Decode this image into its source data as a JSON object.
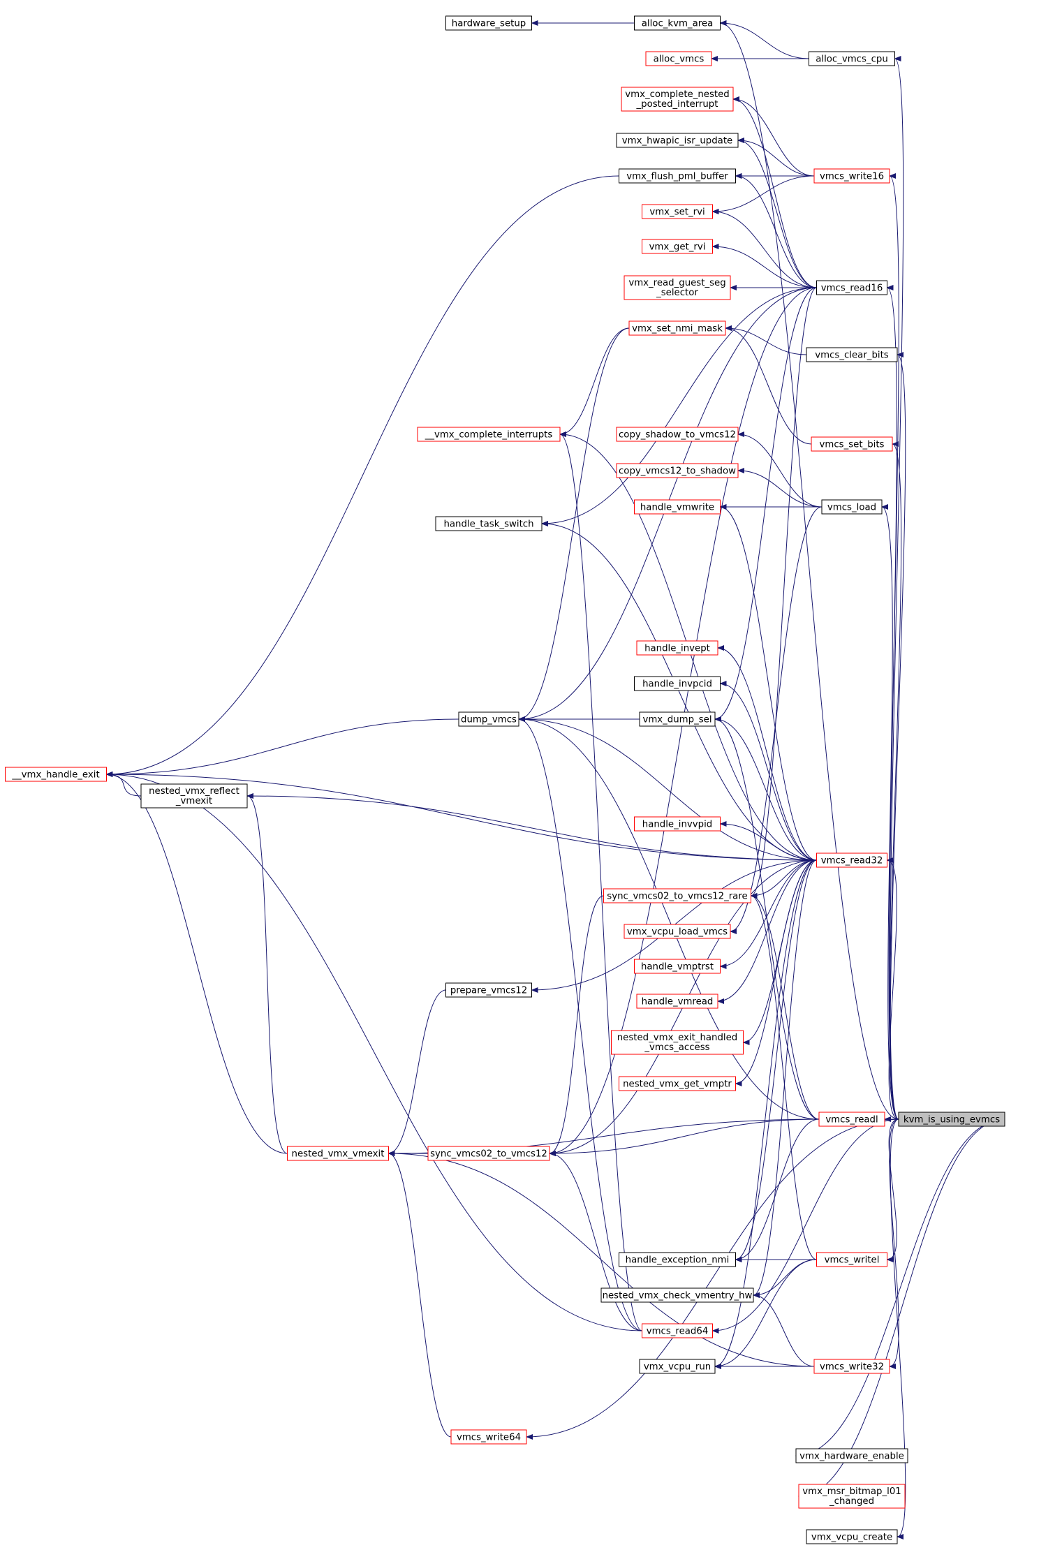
{
  "colors": {
    "edge": "#191970",
    "node_border_normal": "#000000",
    "node_border_truncated": "#ff0000",
    "focus_fill": "#bfbfbf",
    "node_fill": "#ffffff",
    "background": "#ffffff"
  },
  "nodes": [
    {
      "id": "kvm_is_using_evmcs",
      "label": [
        "kvm_is_using_evmcs"
      ],
      "style": "focus"
    },
    {
      "id": "hardware_setup",
      "label": [
        "hardware_setup"
      ],
      "style": "normal"
    },
    {
      "id": "alloc_kvm_area",
      "label": [
        "alloc_kvm_area"
      ],
      "style": "normal"
    },
    {
      "id": "alloc_vmcs",
      "label": [
        "alloc_vmcs"
      ],
      "style": "truncated"
    },
    {
      "id": "alloc_vmcs_cpu",
      "label": [
        "alloc_vmcs_cpu"
      ],
      "style": "normal"
    },
    {
      "id": "vmx_complete_nested_posted_interrupt",
      "label": [
        "vmx_complete_nested",
        "_posted_interrupt"
      ],
      "style": "truncated"
    },
    {
      "id": "vmx_hwapic_isr_update",
      "label": [
        "vmx_hwapic_isr_update"
      ],
      "style": "normal"
    },
    {
      "id": "vmx_flush_pml_buffer",
      "label": [
        "vmx_flush_pml_buffer"
      ],
      "style": "normal"
    },
    {
      "id": "vmcs_write16",
      "label": [
        "vmcs_write16"
      ],
      "style": "truncated"
    },
    {
      "id": "vmx_set_rvi",
      "label": [
        "vmx_set_rvi"
      ],
      "style": "truncated"
    },
    {
      "id": "vmx_get_rvi",
      "label": [
        "vmx_get_rvi"
      ],
      "style": "truncated"
    },
    {
      "id": "vmx_read_guest_seg_selector",
      "label": [
        "vmx_read_guest_seg",
        "_selector"
      ],
      "style": "truncated"
    },
    {
      "id": "vmcs_read16",
      "label": [
        "vmcs_read16"
      ],
      "style": "normal"
    },
    {
      "id": "vmx_set_nmi_mask",
      "label": [
        "vmx_set_nmi_mask"
      ],
      "style": "truncated"
    },
    {
      "id": "vmcs_clear_bits",
      "label": [
        "vmcs_clear_bits"
      ],
      "style": "normal"
    },
    {
      "id": "__vmx_complete_interrupts",
      "label": [
        "__vmx_complete_interrupts"
      ],
      "style": "truncated"
    },
    {
      "id": "copy_shadow_to_vmcs12",
      "label": [
        "copy_shadow_to_vmcs12"
      ],
      "style": "truncated"
    },
    {
      "id": "vmcs_set_bits",
      "label": [
        "vmcs_set_bits"
      ],
      "style": "truncated"
    },
    {
      "id": "copy_vmcs12_to_shadow",
      "label": [
        "copy_vmcs12_to_shadow"
      ],
      "style": "truncated"
    },
    {
      "id": "handle_vmwrite",
      "label": [
        "handle_vmwrite"
      ],
      "style": "truncated"
    },
    {
      "id": "vmcs_load",
      "label": [
        "vmcs_load"
      ],
      "style": "normal"
    },
    {
      "id": "handle_task_switch",
      "label": [
        "handle_task_switch"
      ],
      "style": "normal"
    },
    {
      "id": "handle_invept",
      "label": [
        "handle_invept"
      ],
      "style": "truncated"
    },
    {
      "id": "handle_invpcid",
      "label": [
        "handle_invpcid"
      ],
      "style": "normal"
    },
    {
      "id": "dump_vmcs",
      "label": [
        "dump_vmcs"
      ],
      "style": "normal"
    },
    {
      "id": "vmx_dump_sel",
      "label": [
        "vmx_dump_sel"
      ],
      "style": "normal"
    },
    {
      "id": "__vmx_handle_exit",
      "label": [
        "__vmx_handle_exit"
      ],
      "style": "truncated"
    },
    {
      "id": "nested_vmx_reflect_vmexit",
      "label": [
        "nested_vmx_reflect",
        "_vmexit"
      ],
      "style": "normal"
    },
    {
      "id": "handle_invvpid",
      "label": [
        "handle_invvpid"
      ],
      "style": "truncated"
    },
    {
      "id": "vmcs_read32",
      "label": [
        "vmcs_read32"
      ],
      "style": "truncated"
    },
    {
      "id": "sync_vmcs02_to_vmcs12_rare",
      "label": [
        "sync_vmcs02_to_vmcs12_rare"
      ],
      "style": "truncated"
    },
    {
      "id": "vmx_vcpu_load_vmcs",
      "label": [
        "vmx_vcpu_load_vmcs"
      ],
      "style": "truncated"
    },
    {
      "id": "handle_vmptrst",
      "label": [
        "handle_vmptrst"
      ],
      "style": "truncated"
    },
    {
      "id": "prepare_vmcs12",
      "label": [
        "prepare_vmcs12"
      ],
      "style": "normal"
    },
    {
      "id": "handle_vmread",
      "label": [
        "handle_vmread"
      ],
      "style": "truncated"
    },
    {
      "id": "nested_vmx_exit_handled_vmcs_access",
      "label": [
        "nested_vmx_exit_handled",
        "_vmcs_access"
      ],
      "style": "truncated"
    },
    {
      "id": "nested_vmx_get_vmptr",
      "label": [
        "nested_vmx_get_vmptr"
      ],
      "style": "truncated"
    },
    {
      "id": "vmcs_readl",
      "label": [
        "vmcs_readl"
      ],
      "style": "truncated"
    },
    {
      "id": "nested_vmx_vmexit",
      "label": [
        "nested_vmx_vmexit"
      ],
      "style": "truncated"
    },
    {
      "id": "sync_vmcs02_to_vmcs12",
      "label": [
        "sync_vmcs02_to_vmcs12"
      ],
      "style": "truncated"
    },
    {
      "id": "handle_exception_nmi",
      "label": [
        "handle_exception_nmi"
      ],
      "style": "normal"
    },
    {
      "id": "vmcs_writel",
      "label": [
        "vmcs_writel"
      ],
      "style": "truncated"
    },
    {
      "id": "nested_vmx_check_vmentry_hw",
      "label": [
        "nested_vmx_check_vmentry_hw"
      ],
      "style": "normal"
    },
    {
      "id": "vmcs_read64",
      "label": [
        "vmcs_read64"
      ],
      "style": "truncated"
    },
    {
      "id": "vmx_vcpu_run",
      "label": [
        "vmx_vcpu_run"
      ],
      "style": "normal"
    },
    {
      "id": "vmcs_write32",
      "label": [
        "vmcs_write32"
      ],
      "style": "truncated"
    },
    {
      "id": "vmcs_write64",
      "label": [
        "vmcs_write64"
      ],
      "style": "truncated"
    },
    {
      "id": "vmx_hardware_enable",
      "label": [
        "vmx_hardware_enable"
      ],
      "style": "normal"
    },
    {
      "id": "vmx_msr_bitmap_l01_changed",
      "label": [
        "vmx_msr_bitmap_l01",
        "_changed"
      ],
      "style": "truncated"
    },
    {
      "id": "vmx_vcpu_create",
      "label": [
        "vmx_vcpu_create"
      ],
      "style": "normal"
    }
  ],
  "edges": [
    [
      "alloc_kvm_area",
      "hardware_setup"
    ],
    [
      "alloc_vmcs_cpu",
      "alloc_kvm_area"
    ],
    [
      "alloc_vmcs_cpu",
      "alloc_vmcs"
    ],
    [
      "vmcs_write16",
      "vmx_complete_nested_posted_interrupt"
    ],
    [
      "vmcs_write16",
      "vmx_hwapic_isr_update"
    ],
    [
      "vmcs_write16",
      "vmx_flush_pml_buffer"
    ],
    [
      "vmcs_write16",
      "vmx_set_rvi"
    ],
    [
      "vmx_flush_pml_buffer",
      "__vmx_handle_exit"
    ],
    [
      "vmcs_read16",
      "vmx_complete_nested_posted_interrupt"
    ],
    [
      "vmcs_read16",
      "vmx_hwapic_isr_update"
    ],
    [
      "vmcs_read16",
      "vmx_flush_pml_buffer"
    ],
    [
      "vmcs_read16",
      "vmx_set_rvi"
    ],
    [
      "vmcs_read16",
      "vmx_get_rvi"
    ],
    [
      "vmcs_read16",
      "vmx_read_guest_seg_selector"
    ],
    [
      "vmcs_read16",
      "handle_task_switch"
    ],
    [
      "vmcs_read16",
      "dump_vmcs"
    ],
    [
      "vmcs_read16",
      "vmx_dump_sel"
    ],
    [
      "vmcs_read16",
      "sync_vmcs02_to_vmcs12_rare"
    ],
    [
      "vmcs_read16",
      "sync_vmcs02_to_vmcs12"
    ],
    [
      "vmcs_clear_bits",
      "vmx_set_nmi_mask"
    ],
    [
      "vmx_set_nmi_mask",
      "__vmx_complete_interrupts"
    ],
    [
      "vmx_set_nmi_mask",
      "dump_vmcs"
    ],
    [
      "vmcs_set_bits",
      "vmx_set_nmi_mask"
    ],
    [
      "vmcs_load",
      "copy_shadow_to_vmcs12"
    ],
    [
      "vmcs_load",
      "copy_vmcs12_to_shadow"
    ],
    [
      "vmcs_load",
      "handle_vmwrite"
    ],
    [
      "vmcs_load",
      "vmx_vcpu_load_vmcs"
    ],
    [
      "dump_vmcs",
      "__vmx_handle_exit"
    ],
    [
      "vmx_dump_sel",
      "dump_vmcs"
    ],
    [
      "nested_vmx_reflect_vmexit",
      "__vmx_handle_exit"
    ],
    [
      "vmcs_read32",
      "__vmx_complete_interrupts"
    ],
    [
      "vmcs_read32",
      "handle_vmwrite"
    ],
    [
      "vmcs_read32",
      "handle_task_switch"
    ],
    [
      "vmcs_read32",
      "handle_invept"
    ],
    [
      "vmcs_read32",
      "handle_invpcid"
    ],
    [
      "vmcs_read32",
      "dump_vmcs"
    ],
    [
      "vmcs_read32",
      "vmx_dump_sel"
    ],
    [
      "vmcs_read32",
      "__vmx_handle_exit"
    ],
    [
      "vmcs_read32",
      "nested_vmx_reflect_vmexit"
    ],
    [
      "vmcs_read32",
      "handle_invvpid"
    ],
    [
      "vmcs_read32",
      "sync_vmcs02_to_vmcs12_rare"
    ],
    [
      "vmcs_read32",
      "prepare_vmcs12"
    ],
    [
      "vmcs_read32",
      "handle_vmptrst"
    ],
    [
      "vmcs_read32",
      "handle_vmread"
    ],
    [
      "vmcs_read32",
      "nested_vmx_exit_handled_vmcs_access"
    ],
    [
      "vmcs_read32",
      "nested_vmx_get_vmptr"
    ],
    [
      "vmcs_read32",
      "sync_vmcs02_to_vmcs12"
    ],
    [
      "vmcs_read32",
      "handle_exception_nmi"
    ],
    [
      "vmcs_read32",
      "nested_vmx_check_vmentry_hw"
    ],
    [
      "vmcs_read32",
      "vmx_vcpu_run"
    ],
    [
      "sync_vmcs02_to_vmcs12_rare",
      "sync_vmcs02_to_vmcs12"
    ],
    [
      "prepare_vmcs12",
      "nested_vmx_vmexit"
    ],
    [
      "nested_vmx_vmexit",
      "__vmx_handle_exit"
    ],
    [
      "nested_vmx_vmexit",
      "nested_vmx_reflect_vmexit"
    ],
    [
      "sync_vmcs02_to_vmcs12",
      "nested_vmx_vmexit"
    ],
    [
      "vmcs_readl",
      "vmx_dump_sel"
    ],
    [
      "vmcs_readl",
      "sync_vmcs02_to_vmcs12_rare"
    ],
    [
      "vmcs_readl",
      "sync_vmcs02_to_vmcs12"
    ],
    [
      "vmcs_readl",
      "nested_vmx_vmexit"
    ],
    [
      "vmcs_readl",
      "handle_exception_nmi"
    ],
    [
      "vmcs_readl",
      "dump_vmcs"
    ],
    [
      "vmcs_writel",
      "handle_exception_nmi"
    ],
    [
      "vmcs_writel",
      "nested_vmx_check_vmentry_hw"
    ],
    [
      "vmcs_writel",
      "vmx_vcpu_run"
    ],
    [
      "vmcs_writel",
      "sync_vmcs02_to_vmcs12_rare"
    ],
    [
      "vmcs_read64",
      "__vmx_handle_exit"
    ],
    [
      "vmcs_read64",
      "sync_vmcs02_to_vmcs12"
    ],
    [
      "vmcs_read64",
      "dump_vmcs"
    ],
    [
      "vmcs_read64",
      "__vmx_complete_interrupts"
    ],
    [
      "vmcs_write32",
      "vmx_vcpu_run"
    ],
    [
      "vmcs_write32",
      "nested_vmx_check_vmentry_hw"
    ],
    [
      "vmcs_write32",
      "nested_vmx_vmexit"
    ],
    [
      "vmcs_write64",
      "nested_vmx_vmexit"
    ],
    [
      "kvm_is_using_evmcs",
      "alloc_kvm_area"
    ],
    [
      "kvm_is_using_evmcs",
      "alloc_vmcs_cpu"
    ],
    [
      "kvm_is_using_evmcs",
      "vmcs_write16"
    ],
    [
      "kvm_is_using_evmcs",
      "vmcs_read16"
    ],
    [
      "kvm_is_using_evmcs",
      "vmcs_clear_bits"
    ],
    [
      "kvm_is_using_evmcs",
      "vmcs_set_bits"
    ],
    [
      "kvm_is_using_evmcs",
      "vmcs_load"
    ],
    [
      "kvm_is_using_evmcs",
      "vmcs_read32"
    ],
    [
      "kvm_is_using_evmcs",
      "vmcs_readl"
    ],
    [
      "kvm_is_using_evmcs",
      "vmcs_writel"
    ],
    [
      "kvm_is_using_evmcs",
      "vmcs_read64"
    ],
    [
      "kvm_is_using_evmcs",
      "vmcs_write32"
    ],
    [
      "kvm_is_using_evmcs",
      "vmcs_write64"
    ],
    [
      "kvm_is_using_evmcs",
      "vmx_hardware_enable"
    ],
    [
      "kvm_is_using_evmcs",
      "vmx_msr_bitmap_l01_changed"
    ],
    [
      "kvm_is_using_evmcs",
      "vmx_vcpu_create"
    ]
  ]
}
